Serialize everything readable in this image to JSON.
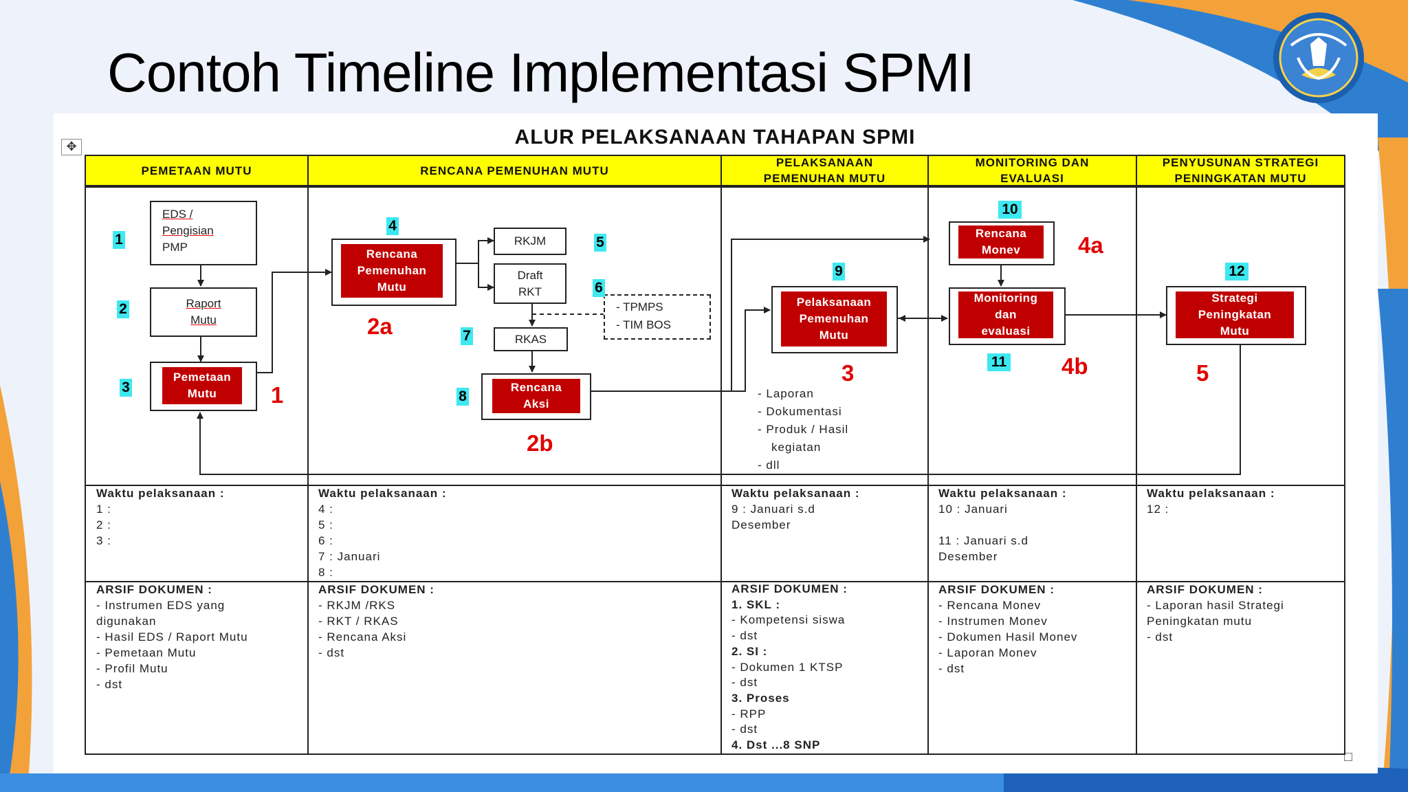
{
  "slide_title": "Contoh Timeline Implementasi SPMI",
  "diagram_title": "ALUR PELAKSANAAN TAHAPAN SPMI",
  "headers": {
    "col1": "PEMETAAN MUTU",
    "col2": "RENCANA PEMENUHAN MUTU",
    "col3_l1": "PELAKSANAAN",
    "col3_l2": "PEMENUHAN MUTU",
    "col4_l1": "MONITORING DAN",
    "col4_l2": "EVALUASI",
    "col5_l1": "PENYUSUNAN STRATEGI",
    "col5_l2": "PENINGKATAN MUTU"
  },
  "boxes": {
    "eds_l1": "EDS  /",
    "eds_l2": "Pengisian",
    "eds_l3": "PMP",
    "raport_l1": "Raport",
    "raport_l2": "Mutu",
    "pemetaan_l1": "Pemetaan",
    "pemetaan_l2": "Mutu",
    "rencana_l1": "Rencana",
    "rencana_l2": "Pemenuhan",
    "rencana_l3": "Mutu",
    "rkjm": "RKJM",
    "draft_l1": "Draft",
    "draft_l2": "RKT",
    "tpmps": "- TPMPS",
    "timbos": "- TIM BOS",
    "rkas": "RKAS",
    "aksi_l1": "Rencana",
    "aksi_l2": "Aksi",
    "pelaksanaan_l1": "Pelaksanaan",
    "pelaksanaan_l2": "Pemenuhan",
    "pelaksanaan_l3": "Mutu",
    "monev_l1": "Rencana",
    "monev_l2": "Monev",
    "moneval_l1": "Monitoring",
    "moneval_l2": "dan",
    "moneval_l3": "evaluasi",
    "strategi_l1": "Strategi",
    "strategi_l2": "Peningkatan",
    "strategi_l3": "Mutu"
  },
  "step_numbers": {
    "n1": "1",
    "n2": "2",
    "n3": "3",
    "n4": "4",
    "n5": "5",
    "n6": "6",
    "n7": "7",
    "n8": "8",
    "n9": "9",
    "n10": "10",
    "n11": "11",
    "n12": "12"
  },
  "stage_labels": {
    "s1": "1",
    "s2a": "2a",
    "s2b": "2b",
    "s3": "3",
    "s4a": "4a",
    "s4b": "4b",
    "s5": "5"
  },
  "outputs": [
    "- Laporan",
    "- Dokumentasi",
    "- Produk / Hasil",
    "kegiatan",
    "- dll"
  ],
  "waktu": {
    "label": "Waktu pelaksanaan :",
    "col1": [
      "1   :",
      "2   :",
      "3   :"
    ],
    "col2": [
      "4   :",
      "5   :",
      "6   :",
      "7   : Januari",
      "8   :"
    ],
    "col3": [
      "9   : Januari s.d",
      "Desember"
    ],
    "col4": [
      "10   : Januari",
      "",
      "11   : Januari s.d",
      "Desember"
    ],
    "col5": [
      "12   :"
    ]
  },
  "arsip": {
    "label": "ARSIF DOKUMEN :",
    "col1": [
      "-  Instrumen EDS yang",
      "    digunakan",
      "-  Hasil EDS / Raport Mutu",
      "-  Pemetaan Mutu",
      "-  Profil Mutu",
      "-  dst"
    ],
    "col2": [
      "-  RKJM /RKS",
      "-  RKT / RKAS",
      "-  Rencana  Aksi",
      "-  dst"
    ],
    "col3": [
      "1.   SKL :",
      "-   Kompetensi  siswa",
      "-   dst",
      "2.   SI   :",
      "-   Dokumen  1 KTSP",
      "-   dst",
      "3.   Proses",
      "-  RPP",
      "- dst",
      "4.   Dst ...8 SNP"
    ],
    "col4": [
      "-  Rencana  Monev",
      "-  Instrumen Monev",
      "-  Dokumen  Hasil Monev",
      "-  Laporan Monev",
      "-  dst"
    ],
    "col5": [
      "-  Laporan hasil Strategi",
      "    Peningkatan  mutu",
      "-  dst"
    ]
  }
}
